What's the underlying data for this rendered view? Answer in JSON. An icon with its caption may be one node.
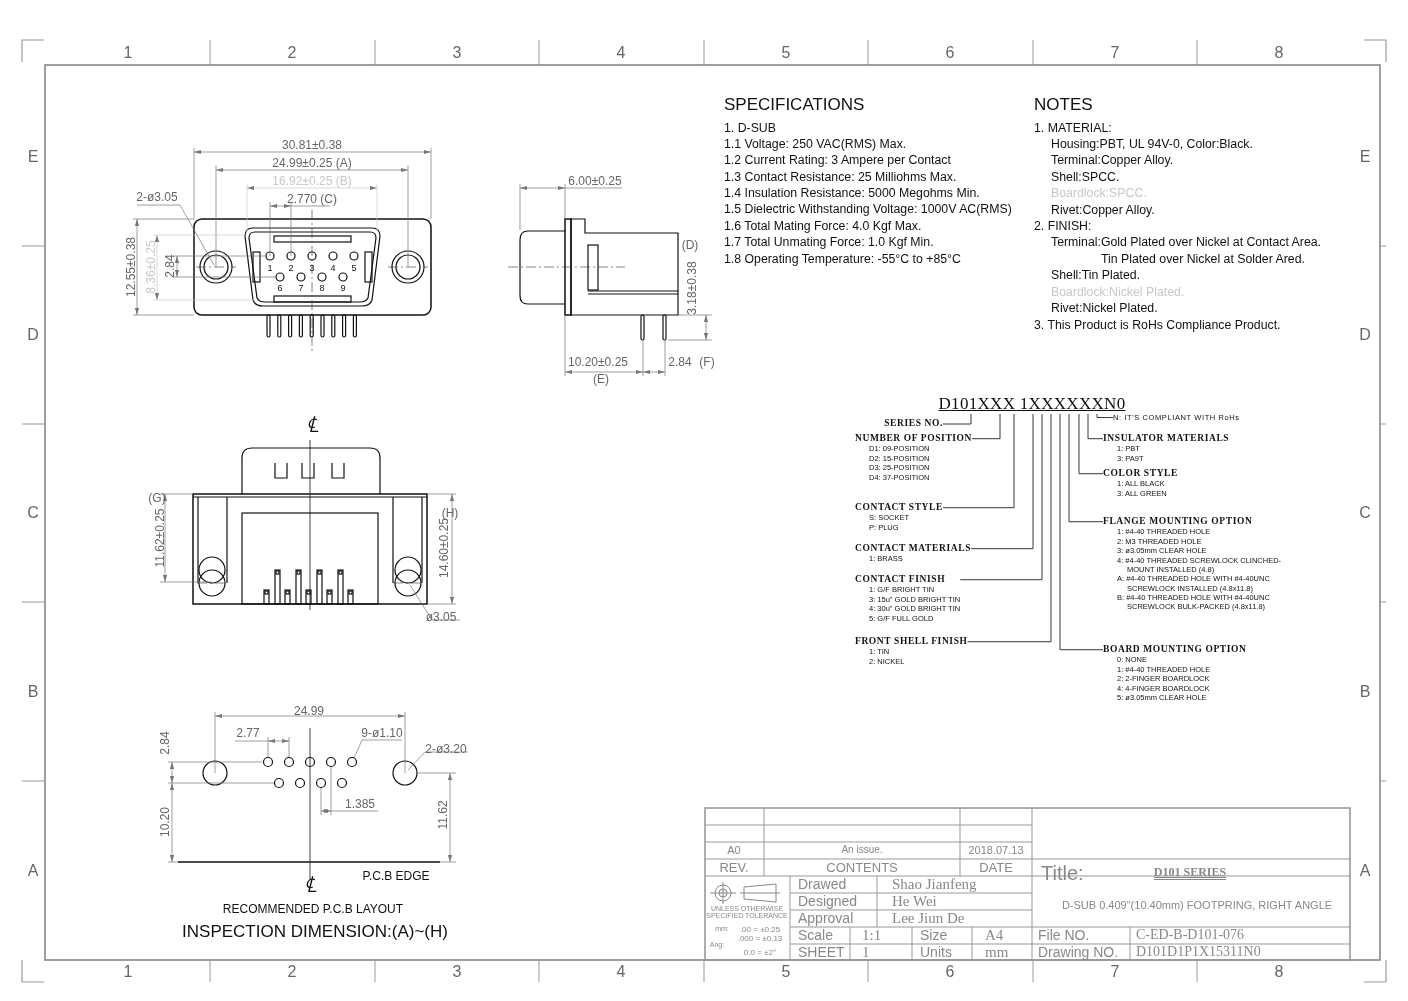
{
  "diagram": {
    "nodes": [
      {
        "text": [
          "D101XXX 1XXXXXXN0"
        ]
      },
      {
        "text": [
          "SERIES NO."
        ]
      },
      {
        "text": [
          "NUMBER OF POSITION",
          "D1: 09-POSITION",
          "D2: 15-POSITION",
          "D3: 25-POSITION",
          "D4: 37-POSITION"
        ]
      },
      {
        "text": [
          "CONTACT STYLE",
          "S: SOCKET",
          "P: PLUG"
        ]
      },
      {
        "text": [
          "CONTACT MATERIALS",
          "1: BRASS"
        ]
      },
      {
        "text": [
          "CONTACT FINISH",
          "1: G/F BRIGHT TIN",
          "3: 15u\" GOLD BRIGHT TIN",
          "4: 30u\" GOLD BRIGHT TIN",
          "5: G/F FULL GOLD"
        ]
      },
      {
        "text": [
          "FRONT SHELL FINISH",
          "1: TIN",
          "2: NICKEL"
        ]
      },
      {
        "text": [
          "N: IT'S COMPLIANT WITH RoHs"
        ]
      },
      {
        "text": [
          "INSULATOR MATERIALS",
          "1: PBT",
          "3: PA9T"
        ]
      },
      {
        "text": [
          "COLOR STYLE",
          "1: ALL BLACK",
          "3: ALL GREEN"
        ]
      },
      {
        "text": [
          "FLANGE MOUNTING OPTION",
          "1: #4-40 THREADED HOLE",
          "2: M3 THREADED HOLE",
          "3: ø3.05mm CLEAR HOLE",
          "4: #4-40 THREADED SCREWLOCK CLINCHED-MOUNT INSTALLED (4.8)",
          "A: #4-40 THREADED HOLE WITH #4-40UNC SCREWLOCK INSTALLED (4.8x11.8)",
          "B: #4-40 THREADED HOLE WITH #4-40UNC SCREWLOCK BULK-PACKED (4.8x11.8)"
        ]
      },
      {
        "text": [
          "BOARD MOUNTING OPTION",
          "0: NONE",
          "1: #4-40 THREADED HOLE",
          "2: 2-FINGER BOARDLOCK",
          "4: 4-FINGER BOARDLOCK",
          "5: ø3.05mm CLEAR HOLE"
        ]
      }
    ],
    "edges": [
      {
        "from": 1,
        "to": 0,
        "arrow": "none"
      },
      {
        "from": 2,
        "to": 0,
        "arrow": "none"
      },
      {
        "from": 3,
        "to": 0,
        "arrow": "none"
      },
      {
        "from": 4,
        "to": 0,
        "arrow": "none"
      },
      {
        "from": 5,
        "to": 0,
        "arrow": "none"
      },
      {
        "from": 6,
        "to": 0,
        "arrow": "none"
      },
      {
        "from": 7,
        "to": 0,
        "arrow": "none"
      },
      {
        "from": 8,
        "to": 0,
        "arrow": "none"
      },
      {
        "from": 9,
        "to": 0,
        "arrow": "none"
      },
      {
        "from": 10,
        "to": 0,
        "arrow": "none"
      },
      {
        "from": 11,
        "to": 0,
        "arrow": "none"
      }
    ],
    "labels": [
      "1",
      "2",
      "3",
      "4",
      "5",
      "6",
      "7",
      "8",
      "E",
      "E",
      "D",
      "D",
      "C",
      "C",
      "B",
      "B",
      "A",
      "A",
      "30.81±0.38",
      "24.99±0.25 (A)",
      "16.92±0.25 (B)",
      "2-ø3.05",
      "2.770 (C)",
      "12.55±0.38",
      "8.36±0.25",
      "2.84",
      "1",
      "2",
      "3",
      "4",
      "5",
      "6",
      "7",
      "8",
      "9",
      "6.00±0.25",
      "(D)",
      "3.18±0.38",
      "10.20±0.25",
      "(E)",
      "2.84",
      "(F)",
      "SPECIFICATIONS",
      "1. D-SUB",
      "1.1 Voltage: 250 VAC(RMS) Max.",
      "1.2 Current Rating: 3 Ampere per Contact",
      "1.3 Contact Resistance: 25 Milliohms Max.",
      "1.4 Insulation Resistance: 5000 Megohms Min.",
      "1.5 Dielectric Withstanding Voltage: 1000V AC(RMS)",
      "1.6 Total Mating Force: 4.0 Kgf Max.",
      "1.7 Total Unmating Force: 1.0 Kgf Min.",
      "1.8 Operating Temperature: -55°C to +85°C",
      "NOTES",
      "1. MATERIAL:",
      "Housing:PBT, UL 94V-0, Color:Black.",
      "Terminal:Copper Alloy.",
      "Shell:SPCC.",
      "Boardlock:SPCC.",
      "Rivet:Copper Alloy.",
      "2. FINISH:",
      "Terminal:Gold Plated over Nickel at Contact Area.",
      "Tin Plated over Nickel at Solder Ared.",
      "Shell:Tin Plated.",
      "Boardlock:Nickel Plated.",
      "Rivet:Nickel Plated.",
      "3. This Product is RoHs Compliance Product.",
      "℄",
      "(G)",
      "11.62±0.25",
      "(H)",
      "14.60±0.25",
      "ø3.05",
      "24.99",
      "2.77",
      "9-ø1.10",
      "2-ø3.20",
      "2.84",
      "1.385",
      "10.20",
      "11.62",
      "P.C.B EDGE",
      "℄",
      "RECOMMENDED P.C.B LAYOUT",
      "INSPECTION DIMENSION:(A)~(H)",
      "A0",
      "An issue.",
      "2018.07.13",
      "REV.",
      "CONTENTS",
      "DATE",
      "UNLESS OTHERWISE SPECIFIED TOLERANCE",
      "mm:",
      ".00 = ±0.25",
      ".000 = ±0.13",
      "Ang:",
      "0.0 = ±2°",
      "Drawed",
      "Shao Jianfeng",
      "Designed",
      "He Wei",
      "Approval",
      "Lee Jiun De",
      "Scale",
      "1:1",
      "Size",
      "A4",
      "SHEET",
      "1",
      "Units",
      "mm",
      "Title:",
      "D101 SERIES",
      "D-SUB 0.409\"(10.40mm) FOOTPRING, RIGHT ANGLE",
      "File NO.",
      "C-ED-B-D101-076",
      "Drawing NO.",
      "D101D1P1X15311N0",
      "1",
      "2",
      "3",
      "4",
      "5",
      "6",
      "7",
      "8"
    ]
  }
}
